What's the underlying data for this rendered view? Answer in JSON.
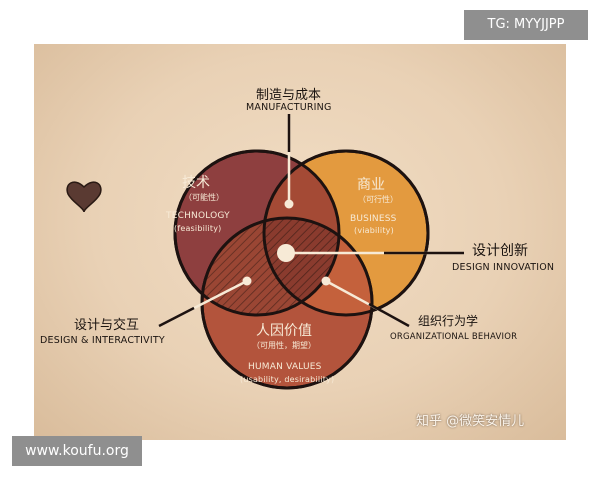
{
  "watermarks": {
    "top_right": "TG: MYYJJPP",
    "bottom_left": "www.koufu.org",
    "zhihu": "知乎 @微笑安情儿"
  },
  "diagram": {
    "manufacturing": {
      "cn": "制造与成本",
      "en": "MANUFACTURING"
    },
    "technology": {
      "cn": "技术",
      "sub": "（可能性）",
      "en": "TECHNOLOGY",
      "en_sub": "(feasibility)"
    },
    "business": {
      "cn": "商业",
      "sub": "（可行性）",
      "en": "BUSINESS",
      "en_sub": "(viability)"
    },
    "human_values": {
      "cn": "人因价值",
      "sub": "（可用性，期望）",
      "en": "HUMAN VALUES",
      "en_sub": "(usability, desirability)"
    },
    "design_innovation": {
      "cn": "设计创新",
      "en": "DESIGN INNOVATION"
    },
    "design_interactivity": {
      "cn": "设计与交互",
      "en": "DESIGN & INTERACTIVITY"
    },
    "organizational_behavior": {
      "cn": "组织行为学",
      "en": "ORGANIZATIONAL BEHAVIOR"
    }
  },
  "colors": {
    "technology": "#8e3f3f",
    "business": "#e39a3f",
    "human_values": "#b3543c",
    "background": "#ecd6bb"
  },
  "icons": {
    "heart": "heart-icon"
  }
}
